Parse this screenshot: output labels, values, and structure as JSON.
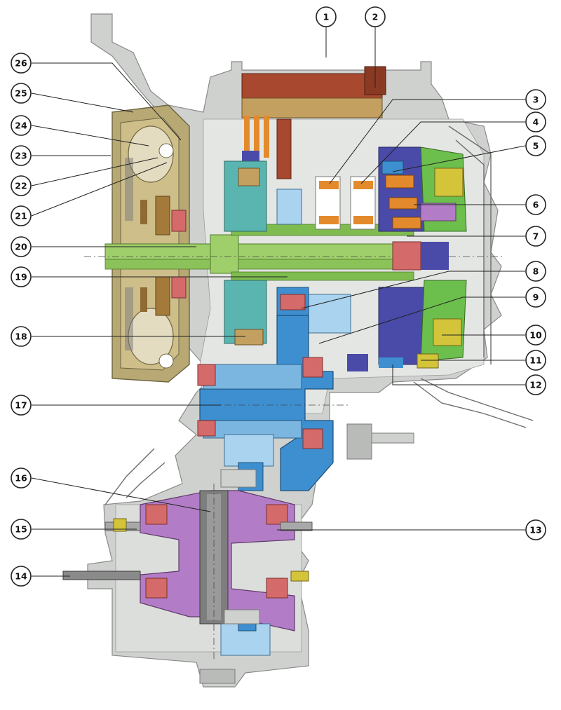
{
  "callouts": [
    {
      "label": "1"
    },
    {
      "label": "2"
    },
    {
      "label": "3"
    },
    {
      "label": "4"
    },
    {
      "label": "5"
    },
    {
      "label": "6"
    },
    {
      "label": "7"
    },
    {
      "label": "8"
    },
    {
      "label": "9"
    },
    {
      "label": "10"
    },
    {
      "label": "11"
    },
    {
      "label": "12"
    },
    {
      "label": "13"
    },
    {
      "label": "14"
    },
    {
      "label": "15"
    },
    {
      "label": "16"
    },
    {
      "label": "17"
    },
    {
      "label": "18"
    },
    {
      "label": "19"
    },
    {
      "label": "20"
    },
    {
      "label": "21"
    },
    {
      "label": "22"
    },
    {
      "label": "23"
    },
    {
      "label": "24"
    },
    {
      "label": "25"
    },
    {
      "label": "26"
    }
  ],
  "colors": {
    "housing": "#cfd1cf",
    "input_shaft": "#9fcf6a",
    "gear_blue": "#3d8fd0",
    "light_blue": "#a9d3ef",
    "clutch_pack": "#a8482e",
    "bearing_red": "#d46a6a",
    "purple": "#4a4aa8",
    "violet": "#b27dc6",
    "yellow": "#d4c43a",
    "orange": "#e38a2c",
    "teal": "#5ab5b0",
    "green": "#6cbf4c",
    "torque_converter": "#b8a874"
  }
}
